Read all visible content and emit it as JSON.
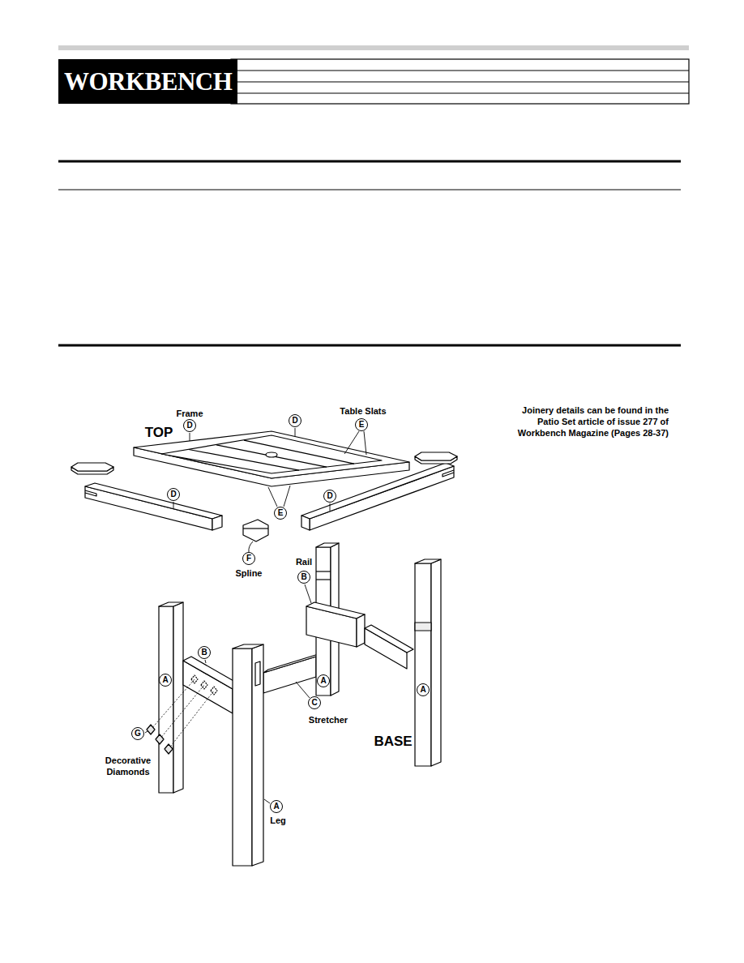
{
  "diagram": {
    "nodes": [
      {
        "text": [
          "WORKBENCH"
        ]
      },
      {
        "text": [
          "D"
        ]
      },
      {
        "text": [
          "D"
        ]
      },
      {
        "text": [
          "E"
        ]
      },
      {
        "text": [
          "D"
        ]
      },
      {
        "text": [
          "E"
        ]
      },
      {
        "text": [
          "D"
        ]
      },
      {
        "text": [
          "F"
        ]
      },
      {
        "text": [
          "B"
        ]
      },
      {
        "text": [
          "A"
        ]
      },
      {
        "text": [
          "A"
        ]
      },
      {
        "text": [
          "B"
        ]
      },
      {
        "text": [
          "A"
        ]
      },
      {
        "text": [
          "C"
        ]
      },
      {
        "text": [
          "G"
        ]
      },
      {
        "text": [
          "A"
        ]
      }
    ],
    "labels": [
      "TOP",
      "Frame",
      "Table Slats",
      "Joinery details can be found in the Patio Set article of issue 277 of Workbench Magazine (Pages 28-37)",
      "Spline",
      "Rail",
      "Stretcher",
      "BASE",
      "Decorative Diamonds",
      "Leg"
    ]
  }
}
